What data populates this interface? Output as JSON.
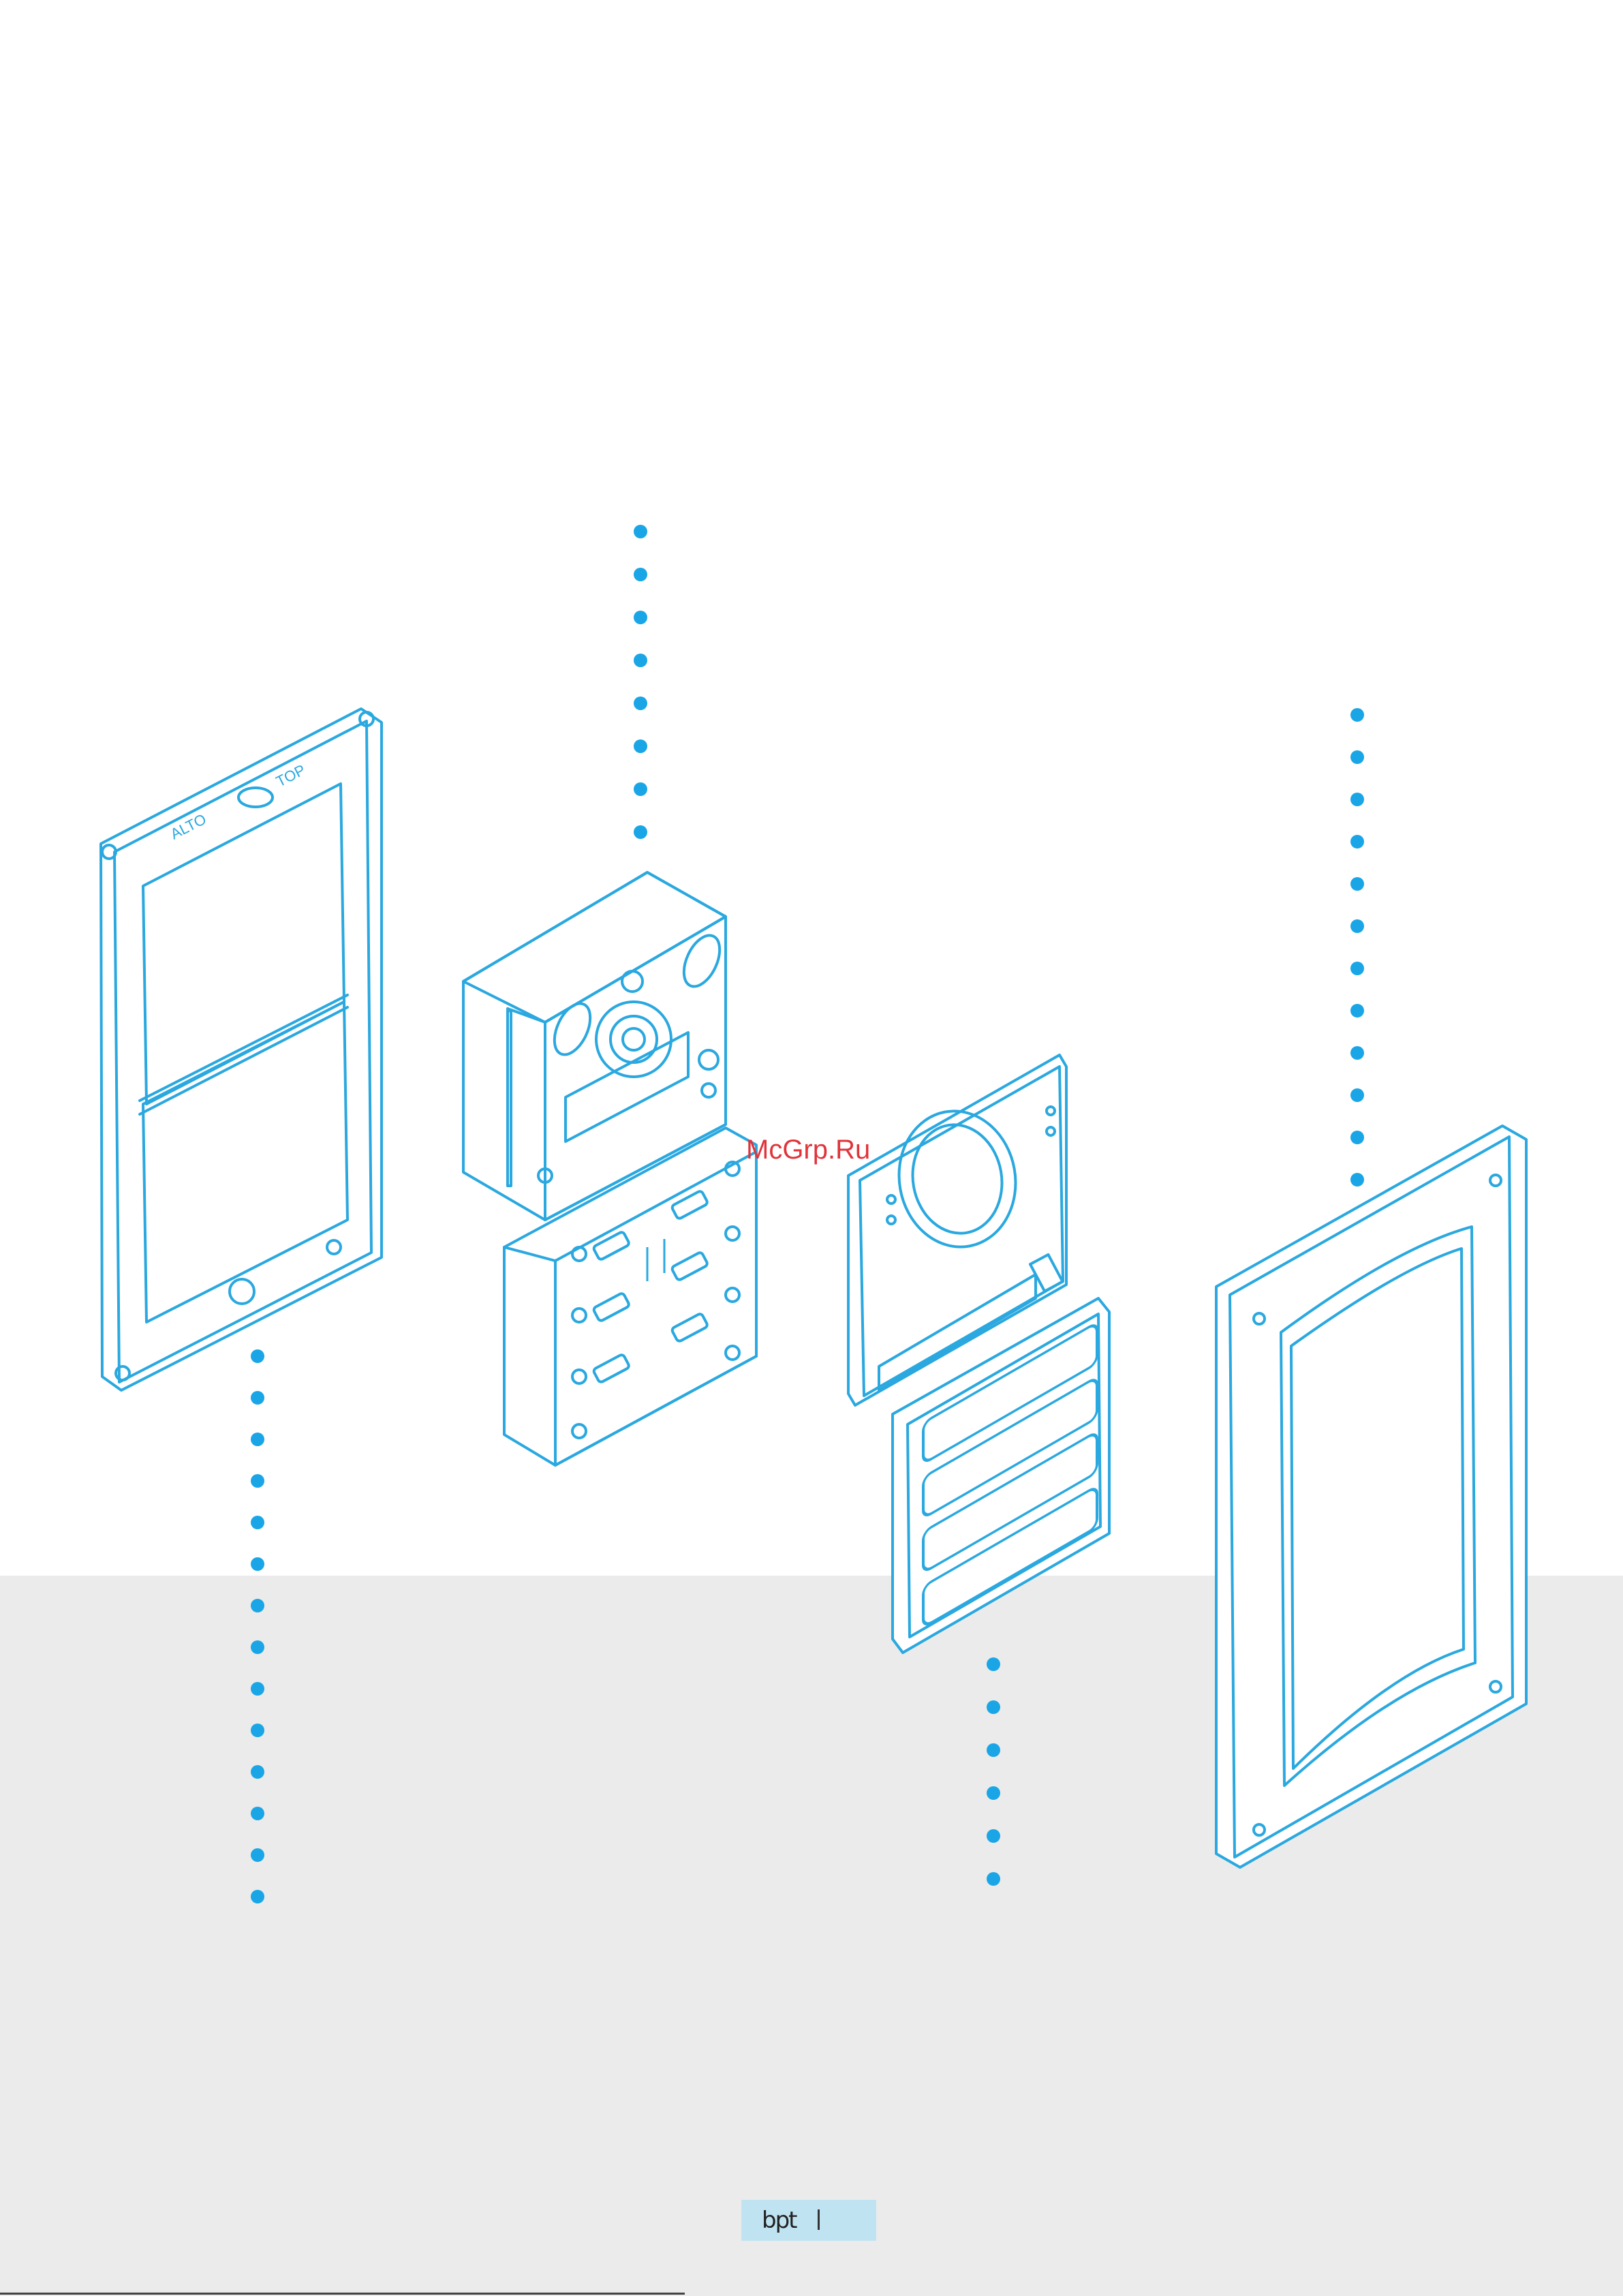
{
  "watermark": {
    "text": "McGrp.Ru",
    "color": "#e0343b"
  },
  "frame_labels": {
    "alto": "ALTO",
    "top": "TOP"
  },
  "footer": {
    "logo": "bpt"
  },
  "colors": {
    "line": "#2aa8df",
    "dot": "#1aa6e6",
    "band": "#ebebeb",
    "footer_tag": "#bfe3f1"
  },
  "components": [
    {
      "icon": "mounting-frame-icon"
    },
    {
      "icon": "audio-video-module-icon"
    },
    {
      "icon": "button-module-icon"
    },
    {
      "icon": "front-plate-icon"
    },
    {
      "icon": "cover-frame-icon"
    }
  ]
}
